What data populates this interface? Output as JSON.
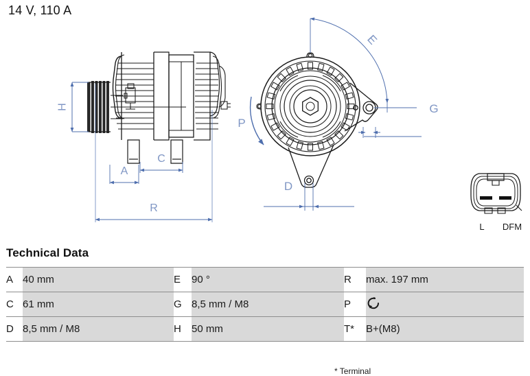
{
  "header": {
    "spec": "14 V, 110 A"
  },
  "drawing": {
    "side_view": {
      "name": "alternator-side-view",
      "dimension_labels": [
        "H",
        "A",
        "C",
        "R"
      ]
    },
    "front_view": {
      "name": "alternator-front-view",
      "dimension_labels": [
        "E",
        "G",
        "D",
        "P"
      ]
    },
    "connector": {
      "name": "plug-connector",
      "pin_labels": [
        "L",
        "DFM"
      ]
    }
  },
  "tech": {
    "heading": "Technical Data",
    "rows": [
      {
        "k1": "A",
        "v1": "40 mm",
        "k2": "E",
        "v2": "90 °",
        "k3": "R",
        "v3": "max. 197 mm"
      },
      {
        "k1": "C",
        "v1": "61 mm",
        "k2": "G",
        "v2": "8,5 mm / M8",
        "k3": "P",
        "v3": ""
      },
      {
        "k1": "D",
        "v1": "8,5 mm / M8",
        "k2": "H",
        "v2": "50 mm",
        "k3": "T*",
        "v3": "B+(M8)"
      }
    ],
    "footnote": "* Terminal"
  },
  "colors": {
    "dimension_blue": "#4f6fae",
    "line_black": "#1a1a1a",
    "cell_gray": "#d9d9d9",
    "rule_gray": "#8d8d8d"
  }
}
